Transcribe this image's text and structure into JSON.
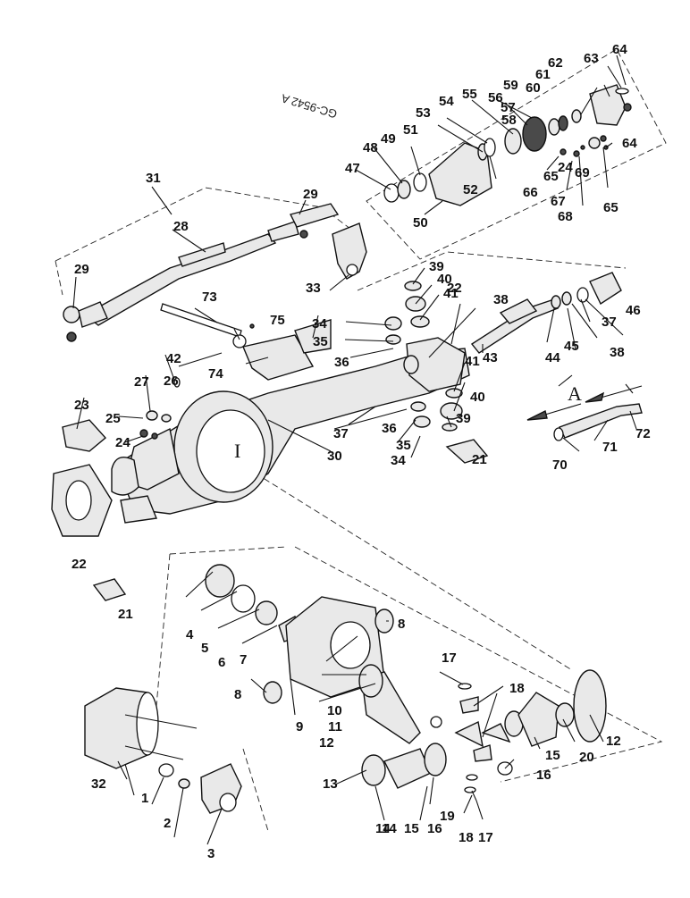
{
  "drawing_code": "GC-9542 A",
  "view_marks": {
    "section": "A",
    "detail": "I"
  },
  "labels": [
    "1",
    "2",
    "3",
    "4",
    "5",
    "6",
    "7",
    "8",
    "8",
    "9",
    "10",
    "11",
    "12",
    "12",
    "13",
    "14",
    "14",
    "15",
    "15",
    "16",
    "16",
    "17",
    "17",
    "18",
    "18",
    "19",
    "20",
    "21",
    "21",
    "22",
    "22",
    "23",
    "24",
    "24",
    "25",
    "26",
    "27",
    "28",
    "29",
    "29",
    "30",
    "31",
    "32",
    "33",
    "34",
    "34",
    "35",
    "35",
    "36",
    "36",
    "37",
    "37",
    "38",
    "38",
    "39",
    "39",
    "40",
    "40",
    "41",
    "41",
    "42",
    "43",
    "44",
    "45",
    "46",
    "47",
    "48",
    "49",
    "50",
    "51",
    "52",
    "53",
    "54",
    "55",
    "56",
    "57",
    "58",
    "59",
    "60",
    "61",
    "62",
    "63",
    "64",
    "64",
    "65",
    "65",
    "66",
    "67",
    "68",
    "69",
    "70",
    "71",
    "72",
    "73",
    "74",
    "75"
  ]
}
